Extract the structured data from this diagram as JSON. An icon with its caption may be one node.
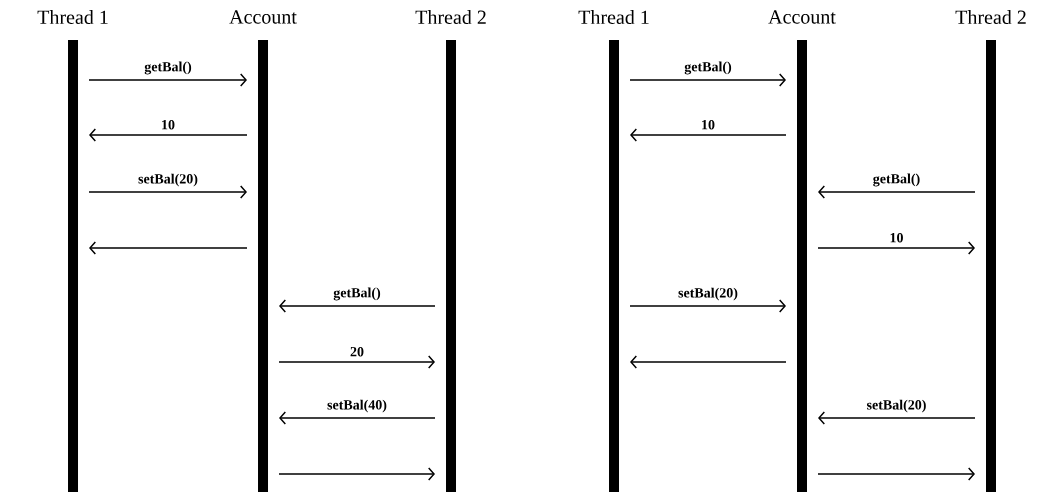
{
  "diagram": {
    "nodes": [
      {
        "text": [
          "Thread 1"
        ]
      },
      {
        "text": [
          "Account"
        ]
      },
      {
        "text": [
          "Thread 2"
        ]
      },
      {
        "text": [
          "Thread 1"
        ]
      },
      {
        "text": [
          "Account"
        ]
      },
      {
        "text": [
          "Thread 2"
        ]
      }
    ],
    "edges": [
      {
        "from": 0,
        "to": 1,
        "arrow": "to",
        "label": "getBal()"
      },
      {
        "from": 1,
        "to": 0,
        "arrow": "to",
        "label": "10"
      },
      {
        "from": 0,
        "to": 1,
        "arrow": "to",
        "label": "setBal(20)"
      },
      {
        "from": 1,
        "to": 0,
        "arrow": "to"
      },
      {
        "from": 2,
        "to": 1,
        "arrow": "to",
        "label": "getBal()"
      },
      {
        "from": 1,
        "to": 2,
        "arrow": "to",
        "label": "20"
      },
      {
        "from": 2,
        "to": 1,
        "arrow": "to",
        "label": "setBal(40)"
      },
      {
        "from": 1,
        "to": 2,
        "arrow": "to"
      },
      {
        "from": 3,
        "to": 4,
        "arrow": "to",
        "label": "getBal()"
      },
      {
        "from": 4,
        "to": 3,
        "arrow": "to",
        "label": "10"
      },
      {
        "from": 5,
        "to": 4,
        "arrow": "to",
        "label": "getBal()"
      },
      {
        "from": 4,
        "to": 5,
        "arrow": "to",
        "label": "10"
      },
      {
        "from": 3,
        "to": 4,
        "arrow": "to",
        "label": "setBal(20)"
      },
      {
        "from": 4,
        "to": 3,
        "arrow": "to"
      },
      {
        "from": 5,
        "to": 4,
        "arrow": "to",
        "label": "setBal(20)"
      },
      {
        "from": 4,
        "to": 5,
        "arrow": "to"
      }
    ]
  }
}
